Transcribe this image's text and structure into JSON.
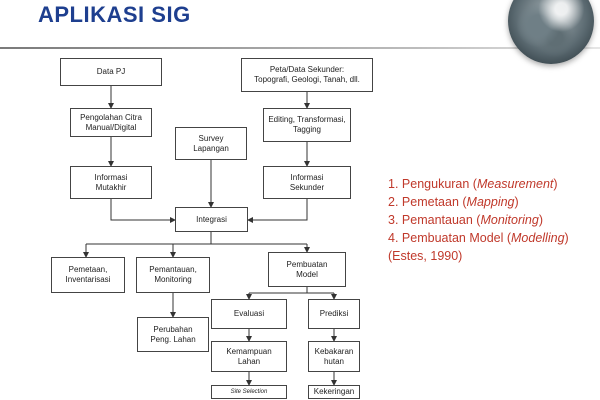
{
  "title": "APLIKASI SIG",
  "nodes": {
    "data_pj": "Data PJ",
    "peta_sekunder": "Peta/Data Sekunder:\nTopografi, Geologi, Tanah, dll.",
    "pengolahan_citra": "Pengolahan Citra\nManual/Digital",
    "survey_lapangan": "Survey\nLapangan",
    "editing": "Editing, Transformasi,\nTagging",
    "informasi_mutakhir": "Informasi\nMutakhir",
    "informasi_sekunder": "Informasi\nSekunder",
    "integrasi": "Integrasi",
    "pemetaan": "Pemetaan,\nInventarisasi",
    "pemantauan": "Pemantauan,\nMonitoring",
    "pembuatan_model": "Pembuatan\nModel",
    "evaluasi": "Evaluasi",
    "prediksi": "Prediksi",
    "perubahan": "Perubahan\nPeng. Lahan",
    "kemampuan": "Kemampuan\nLahan",
    "kebakaran": "Kebakaran\nhutan",
    "site_selection": "Site Selection",
    "kekeringan": "Kekeringan"
  },
  "legend": [
    {
      "num": "1.",
      "text": "Pengukuran (",
      "term": "Measurement",
      "end": ")"
    },
    {
      "num": "2.",
      "text": "Pemetaan (",
      "term": "Mapping",
      "end": ")"
    },
    {
      "num": "3.",
      "text": "Pemantauan (",
      "term": "Monitoring",
      "end": ")"
    },
    {
      "num": "4.",
      "text": "Pembuatan Model (",
      "term": "Modelling",
      "end": ")"
    }
  ],
  "citation": "(Estes, 1990)",
  "colors": {
    "title": "#1e3f8f",
    "legend_text": "#c0392b",
    "box_border": "#444444",
    "connector": "#333333"
  }
}
